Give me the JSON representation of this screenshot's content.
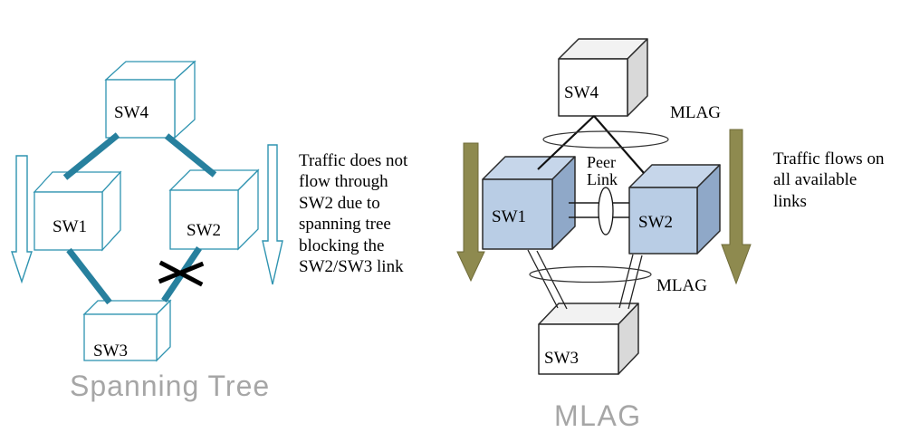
{
  "left_diagram": {
    "title": "Spanning Tree",
    "nodes": {
      "sw1": "SW1",
      "sw2": "SW2",
      "sw3": "SW3",
      "sw4": "SW4"
    },
    "annotation": "Traffic does not\nflow through\nSW2 due to\nspanning tree\nblocking the\nSW2/SW3 link"
  },
  "right_diagram": {
    "title": "MLAG",
    "nodes": {
      "sw1": "SW1",
      "sw2": "SW2",
      "sw3": "SW3",
      "sw4": "SW4"
    },
    "labels": {
      "mlag_top": "MLAG",
      "mlag_bottom": "MLAG",
      "peer_link": "Peer\nLink"
    },
    "annotation": "Traffic flows on\nall available\nlinks"
  },
  "colors": {
    "teal_outline": "#2e93b0",
    "teal_link": "#27809e",
    "olive": "#8e8a4f",
    "olive_edge": "#6f6b38",
    "cube_blue_front": "#b9cde5",
    "cube_blue_top": "#c6d6ea",
    "cube_blue_side": "#8fa8c8",
    "cube_gray_side": "#d9d9d9",
    "cube_gray_top": "#f2f2f2",
    "gray_title": "#a6a6a6"
  }
}
